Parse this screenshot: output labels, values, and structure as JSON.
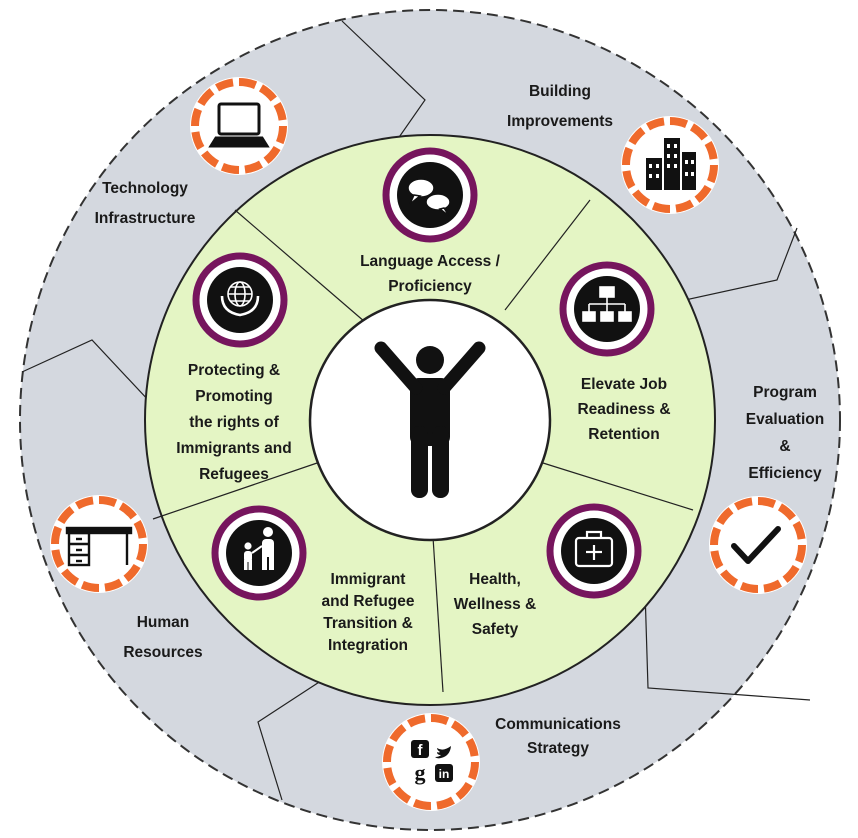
{
  "center": {
    "icon": "person-arms-raised-icon"
  },
  "inner_segments": [
    {
      "id": "language",
      "lines": [
        "Language Access /",
        "Proficiency"
      ],
      "icon": "speech-bubbles-icon"
    },
    {
      "id": "job",
      "lines": [
        "Elevate Job",
        "Readiness &",
        "Retention"
      ],
      "icon": "org-chart-icon"
    },
    {
      "id": "health",
      "lines": [
        "Health,",
        "Wellness &",
        "Safety"
      ],
      "icon": "first-aid-kit-icon"
    },
    {
      "id": "transition",
      "lines": [
        "Immigrant",
        "and Refugee",
        "Transition &",
        "Integration"
      ],
      "icon": "adult-and-child-icon"
    },
    {
      "id": "rights",
      "lines": [
        "Protecting &",
        "Promoting",
        "the rights of",
        "Immigrants and",
        "Refugees"
      ],
      "icon": "globe-in-hands-icon"
    }
  ],
  "outer_segments": [
    {
      "id": "technology",
      "lines": [
        "Technology",
        "Infrastructure"
      ],
      "icon": "laptop-icon"
    },
    {
      "id": "building",
      "lines": [
        "Building",
        "Improvements"
      ],
      "icon": "buildings-icon"
    },
    {
      "id": "program",
      "lines": [
        "Program",
        "Evaluation",
        "&",
        "Efficiency"
      ],
      "icon": "checkmark-icon"
    },
    {
      "id": "communications",
      "lines": [
        "Communications",
        "Strategy"
      ],
      "icon": "social-media-icon"
    },
    {
      "id": "hr",
      "lines": [
        "Human",
        "Resources"
      ],
      "icon": "desk-icon"
    }
  ],
  "social_glyphs": [
    "f",
    "g",
    "in"
  ],
  "colors": {
    "outer_ring": "#d4d8df",
    "inner_ring": "#e4f5c4",
    "accent_orange": "#ef6a2c",
    "accent_purple": "#76155d",
    "dark": "#1a1a1a"
  }
}
